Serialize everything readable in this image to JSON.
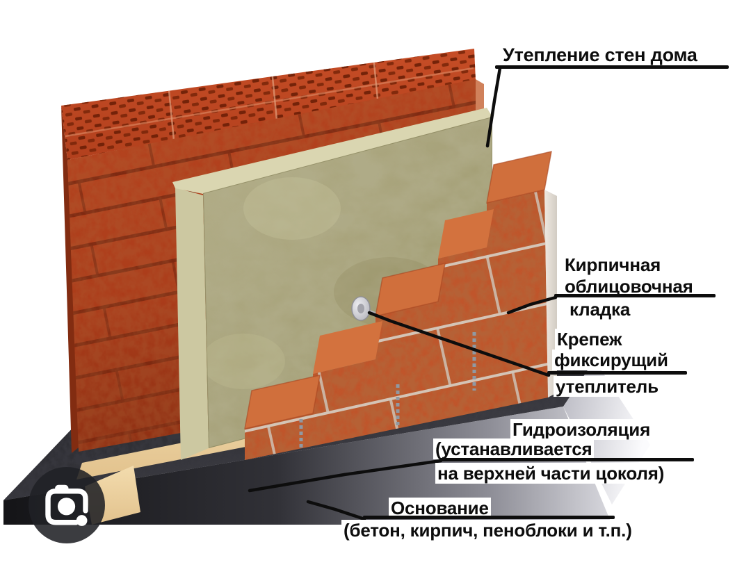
{
  "labels": {
    "insulation": {
      "text": "Утепление стен дома"
    },
    "facing": {
      "line1": "Кирпичная",
      "line2": "облицовочная",
      "line3": "кладка"
    },
    "fastener": {
      "line1": "Крепеж",
      "line2": "фиксирущий",
      "line3": "утеплитель"
    },
    "waterproofing": {
      "line1": "Гидроизоляция",
      "line2": "(устанавливается",
      "line3": "на верхней части цоколя)"
    },
    "base": {
      "line1": "Основание",
      "line2": "(бетон, кирпич, пеноблоки и т.п.)"
    }
  },
  "icons": {
    "lens_camera": "google-lens-camera"
  },
  "colors": {
    "label_text": "#0d0d0d",
    "leader_line": "#0d0d0d",
    "brick_wall": "#ae3d1b",
    "brick_top": "#bf4823",
    "insulation": "#a9a47e",
    "facing_brick": "#c0552b",
    "mortar_bed": "#eed2a2",
    "foundation_dark": "#202024",
    "lens_circle": "#202126"
  }
}
